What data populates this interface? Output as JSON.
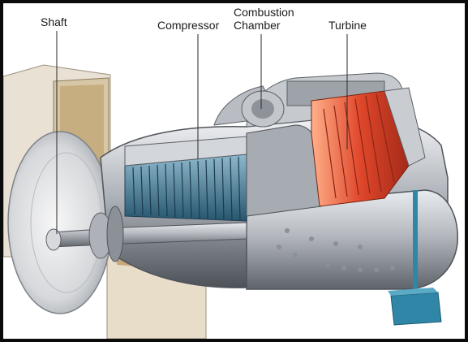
{
  "labels": {
    "shaft": "Shaft",
    "compressor": "Compressor",
    "combustion_line1": "Combustion",
    "combustion_line2": "Chamber",
    "turbine": "Turbine"
  },
  "colors": {
    "background": "#ffffff",
    "border": "#0b0b0b",
    "metal": "#b9bdc3",
    "metal_dark": "#6f747b",
    "compressor_blades": "#3a6f8c",
    "turbine_hot": "#d9452a",
    "stand": "#2f86a6",
    "housing": "#e8ddc9"
  }
}
